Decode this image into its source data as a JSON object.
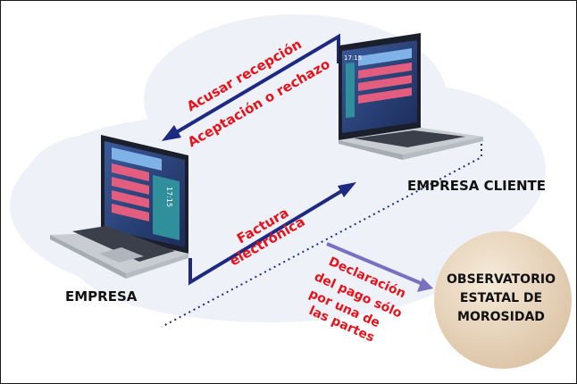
{
  "labels": {
    "empresa": "EMPRESA",
    "empresa_cliente": "EMPRESA CLIENTE",
    "observatorio_1": "OBSERVATORIO",
    "observatorio_2": "ESTATAL DE",
    "observatorio_3": "MOROSIDAD"
  },
  "arrows": {
    "top_line1": "Acusar recepción",
    "top_line2": "Aceptación o rechazo",
    "mid_line1": "Factura",
    "mid_line2": "electrónica",
    "bot_line1": "Declaración",
    "bot_line2": "del pago sólo",
    "bot_line3": "por una de",
    "bot_line4": "las partes"
  },
  "screens": {
    "client_clock": "17:15",
    "empresa_clock": "17:15"
  },
  "colors": {
    "red_text": "#e8121b",
    "navy_arrow": "#1e2a82",
    "purple_arrow": "#7a6fc0",
    "cloud": "#eef2f8",
    "circle": "#ecd9c2",
    "dark_text": "#111111"
  }
}
